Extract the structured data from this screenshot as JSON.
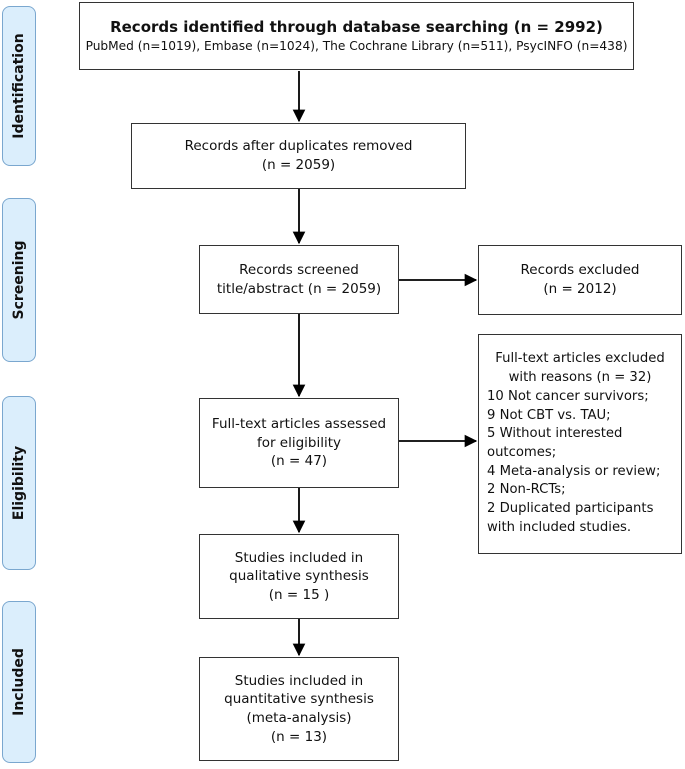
{
  "phases": {
    "identification": "Identification",
    "screening": "Screening",
    "eligibility": "Eligibility",
    "included": "Included"
  },
  "boxes": {
    "identified": {
      "title": "Records identified through database searching (n = 2992)",
      "sources": "PubMed (n=1019), Embase (n=1024), The Cochrane Library (n=511), PsycINFO (n=438)"
    },
    "after_duplicates": [
      "Records after duplicates removed",
      "(n = 2059)"
    ],
    "screened": [
      "Records screened",
      "title/abstract (n = 2059)"
    ],
    "excluded": [
      "Records excluded",
      "(n = 2012)"
    ],
    "assessed": [
      "Full-text articles assessed",
      "for eligibility",
      "(n = 47)"
    ],
    "fulltext_excluded": {
      "heading": [
        "Full-text articles excluded",
        "with reasons (n = 32)"
      ],
      "reasons": [
        "10 Not cancer survivors;",
        "9 Not CBT vs. TAU;",
        "5 Without interested",
        "outcomes;",
        "4 Meta-analysis or review;",
        "2 Non-RCTs;",
        "2  Duplicated participants",
        "with included studies."
      ]
    },
    "qualitative": [
      "Studies included in",
      "qualitative synthesis",
      "(n =  15 )"
    ],
    "quantitative": [
      "Studies included in",
      "quantitative synthesis",
      "(meta-analysis)",
      "(n = 13)"
    ]
  }
}
